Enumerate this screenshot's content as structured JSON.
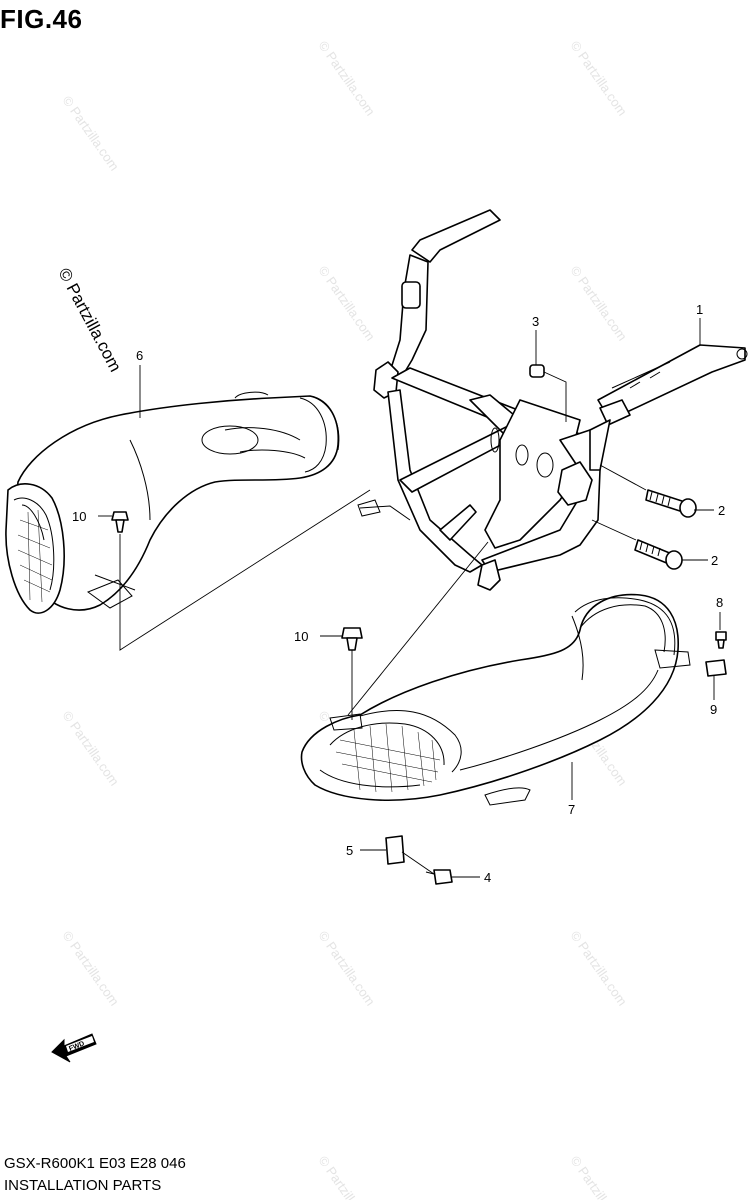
{
  "figure": {
    "title": "FIG.46",
    "model_code": "GSX-R600K1 E03 E28  046",
    "section_title": "INSTALLATION PARTS"
  },
  "watermark": {
    "text": "© Partzilla.com",
    "side_text": "© Partzilla.com"
  },
  "callouts": [
    {
      "number": "1",
      "part": "bracket"
    },
    {
      "number": "2",
      "part": "bolt-upper"
    },
    {
      "number": "2",
      "part": "bolt-lower"
    },
    {
      "number": "3",
      "part": "nut"
    },
    {
      "number": "4",
      "part": "screw"
    },
    {
      "number": "5",
      "part": "clip"
    },
    {
      "number": "6",
      "part": "left-intake-duct"
    },
    {
      "number": "7",
      "part": "right-intake-duct"
    },
    {
      "number": "8",
      "part": "screw-small"
    },
    {
      "number": "9",
      "part": "nut-clip"
    },
    {
      "number": "10",
      "part": "rivet-left"
    },
    {
      "number": "10",
      "part": "rivet-right"
    }
  ],
  "fwd_label": "FWD",
  "colors": {
    "line": "#000000",
    "background": "#ffffff",
    "watermark": "#e4e4e4"
  }
}
